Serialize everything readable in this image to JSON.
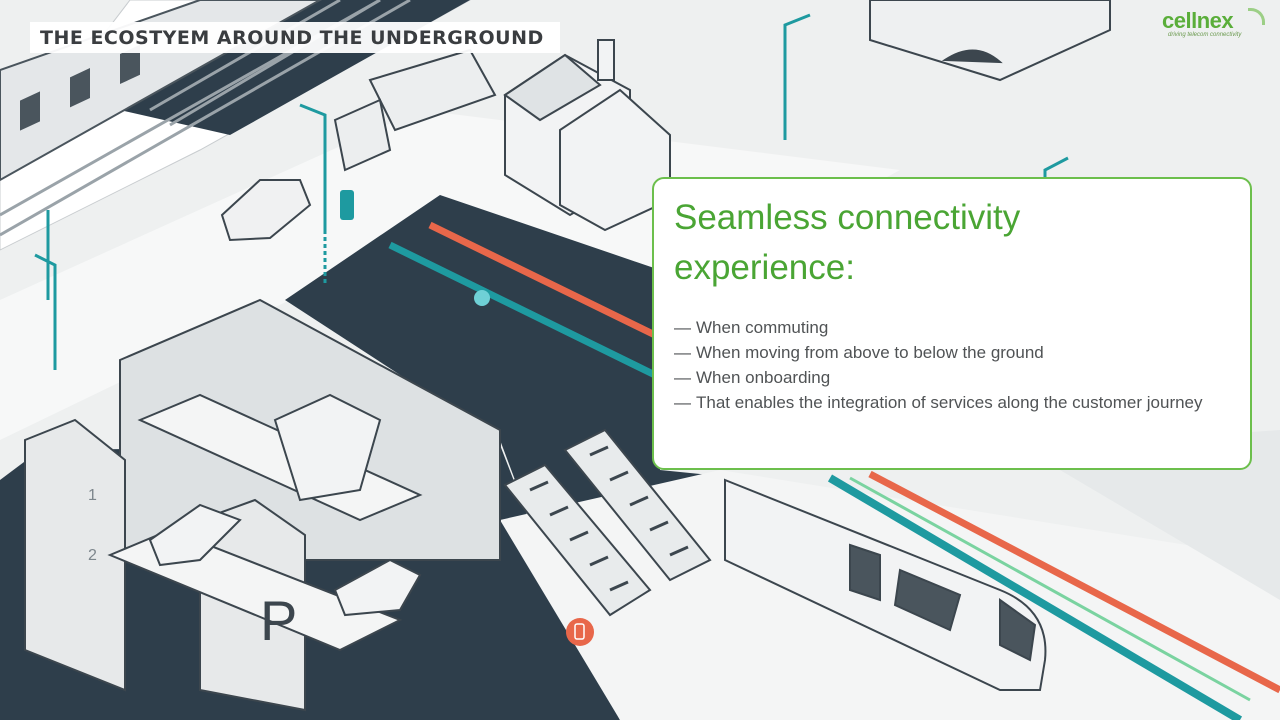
{
  "header": {
    "title": "THE ECOSTYEM AROUND THE UNDERGROUND"
  },
  "logo": {
    "name": "cellnex",
    "tagline": "driving telecom connectivity"
  },
  "panel": {
    "heading_line1": "Seamless connectivity",
    "heading_line2": "experience:",
    "bullet_marker": "—",
    "bullets": [
      "When commuting",
      "When moving from above to below the ground",
      "When onboarding",
      "That enables the integration of services along the customer journey"
    ]
  },
  "illustration": {
    "parking_sign": "P",
    "level_labels": [
      "1",
      "2"
    ]
  },
  "colors": {
    "brand_green": "#4aa534",
    "panel_border": "#6cbf4c",
    "dark_ground": "#2e3e4b",
    "teal": "#1e9aa0",
    "orange": "#e8674a"
  }
}
